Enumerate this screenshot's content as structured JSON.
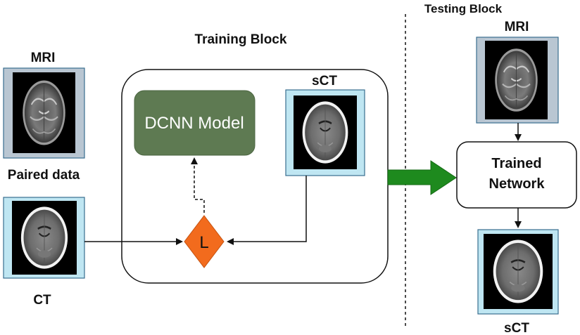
{
  "labels": {
    "training_block": "Training Block",
    "testing_block": "Testing Block",
    "mri_left": "MRI",
    "paired_data": "Paired data",
    "ct": "CT",
    "sct_train": "sCT",
    "dcnn_model": "DCNN Model",
    "loss": "L",
    "mri_right": "MRI",
    "trained_network_line1": "Trained",
    "trained_network_line2": "Network",
    "sct_test": "sCT"
  },
  "colors": {
    "dcnn_fill": "#5e7a52",
    "loss_fill": "#f26b1d",
    "green_arrow": "#1e8a1e",
    "mri_frame": "#b9c6d2",
    "ct_frame": "#bfe6f2",
    "frame_border": "#3a6e8f"
  },
  "icons": {
    "mri_image": "brain-mri-icon",
    "ct_image": "brain-ct-icon"
  }
}
